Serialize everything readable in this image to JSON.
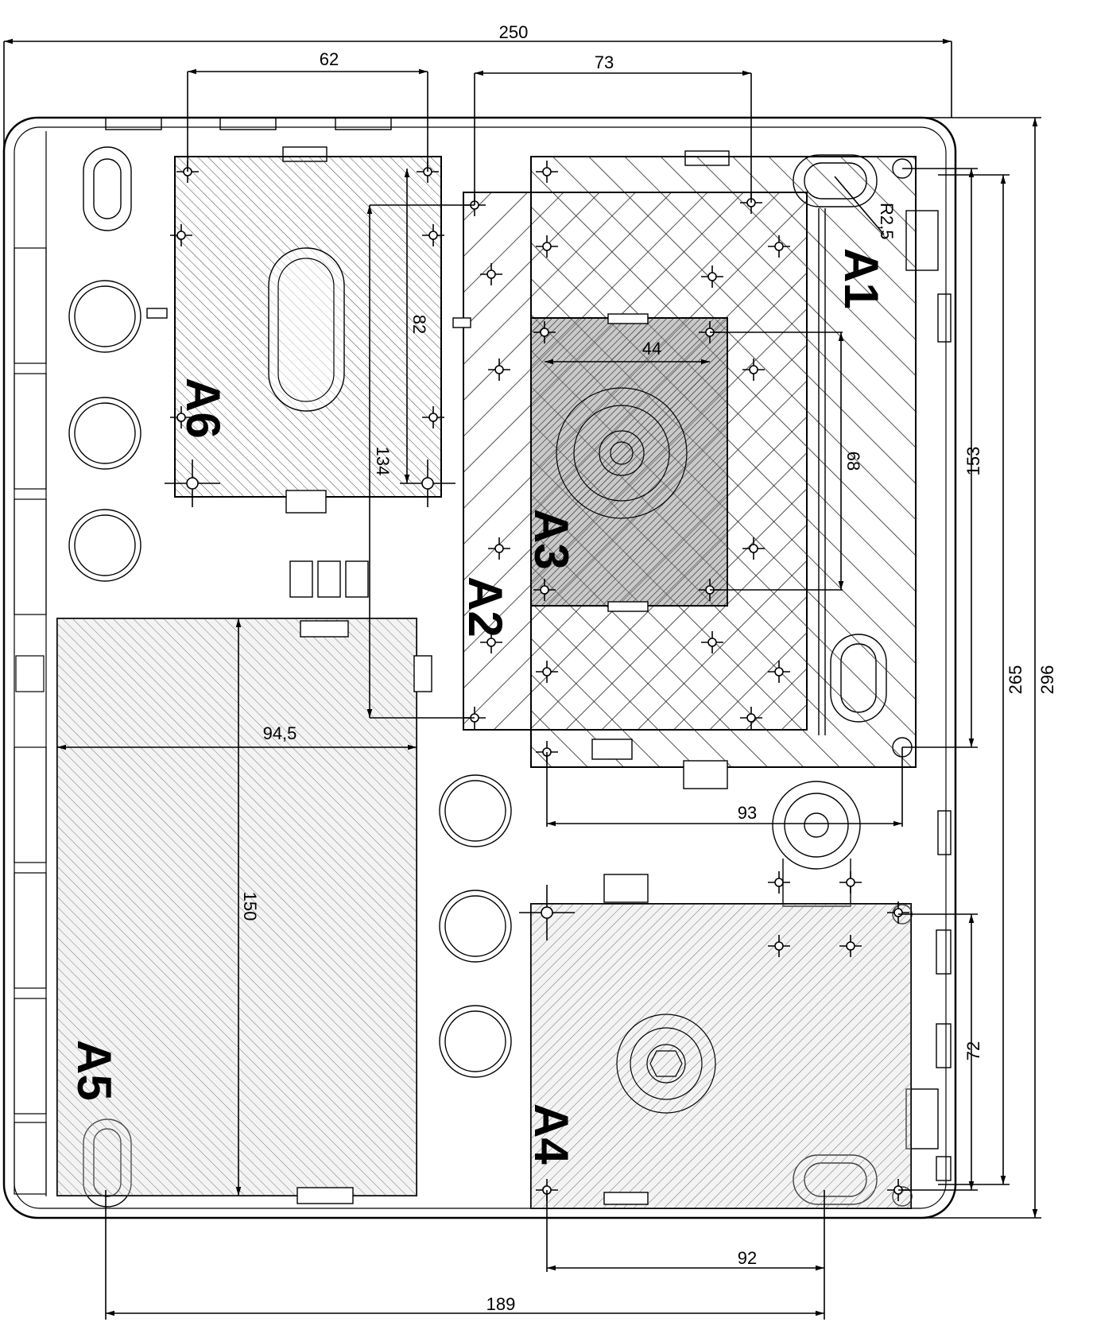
{
  "zones": {
    "a1": "A1",
    "a2": "A2",
    "a3": "A3",
    "a4": "A4",
    "a5": "A5",
    "a6": "A6"
  },
  "dimensions": {
    "overall_width": "250",
    "a6_width": "62",
    "a2_width": "73",
    "radius": "R2,5",
    "a6_height": "82",
    "mount_height_134": "134",
    "a3_width": "44",
    "a3_height": "68",
    "a1_height": "153",
    "inner_height": "265",
    "overall_height": "296",
    "a5_width": "94,5",
    "a5_height": "150",
    "a1_width": "93",
    "a4_height": "72",
    "a4_width": "92",
    "bottom_span": "189"
  },
  "colors": {
    "line": "#000000",
    "background": "#ffffff",
    "hatch": "#333333",
    "dark_fill": "#8a8a8a",
    "light_fill": "#e6e6e6"
  }
}
